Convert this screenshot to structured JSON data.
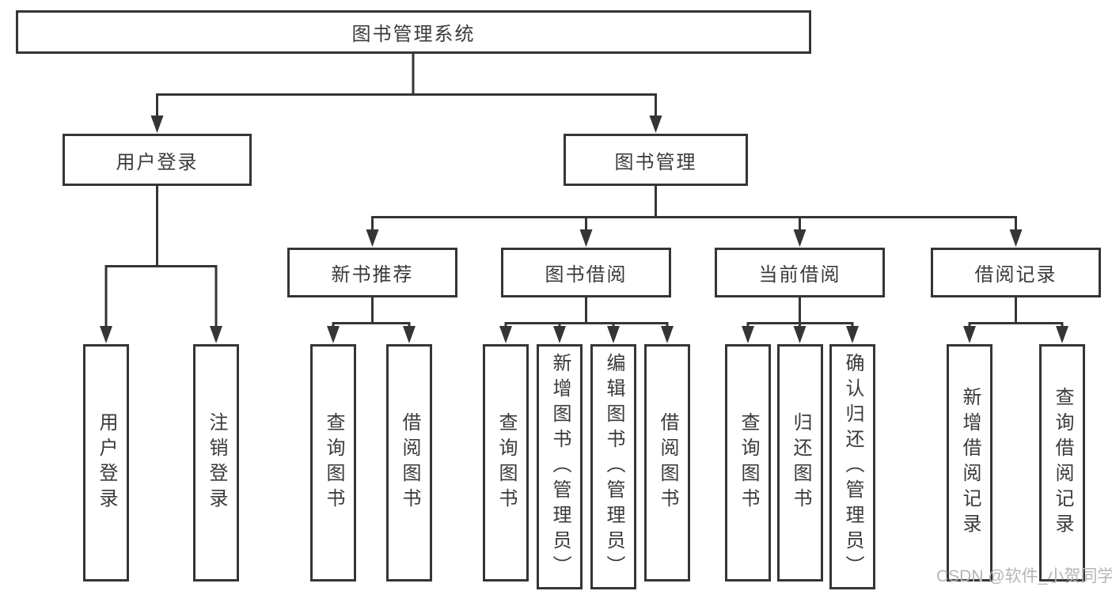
{
  "tree": {
    "root": "图书管理系统",
    "branches": [
      {
        "label": "用户登录",
        "leaves": [
          "用户登录",
          "注销登录"
        ]
      },
      {
        "label": "图书管理",
        "groups": [
          {
            "label": "新书推荐",
            "leaves": [
              "查询图书",
              "借阅图书"
            ]
          },
          {
            "label": "图书借阅",
            "leaves": [
              "查询图书",
              "新增图书（管理员）",
              "编辑图书（管理员）",
              "借阅图书"
            ]
          },
          {
            "label": "当前借阅",
            "leaves": [
              "查询图书",
              "归还图书",
              "确认归还（管理员）"
            ]
          },
          {
            "label": "借阅记录",
            "leaves": [
              "新增借阅记录",
              "查询借阅记录"
            ]
          }
        ]
      }
    ]
  },
  "watermark": "CSDN @软件_小贺同学",
  "colors": {
    "line": "#353535",
    "text": "#3a3a3a",
    "background": "#ffffff",
    "watermark": "#b5b5b5"
  }
}
